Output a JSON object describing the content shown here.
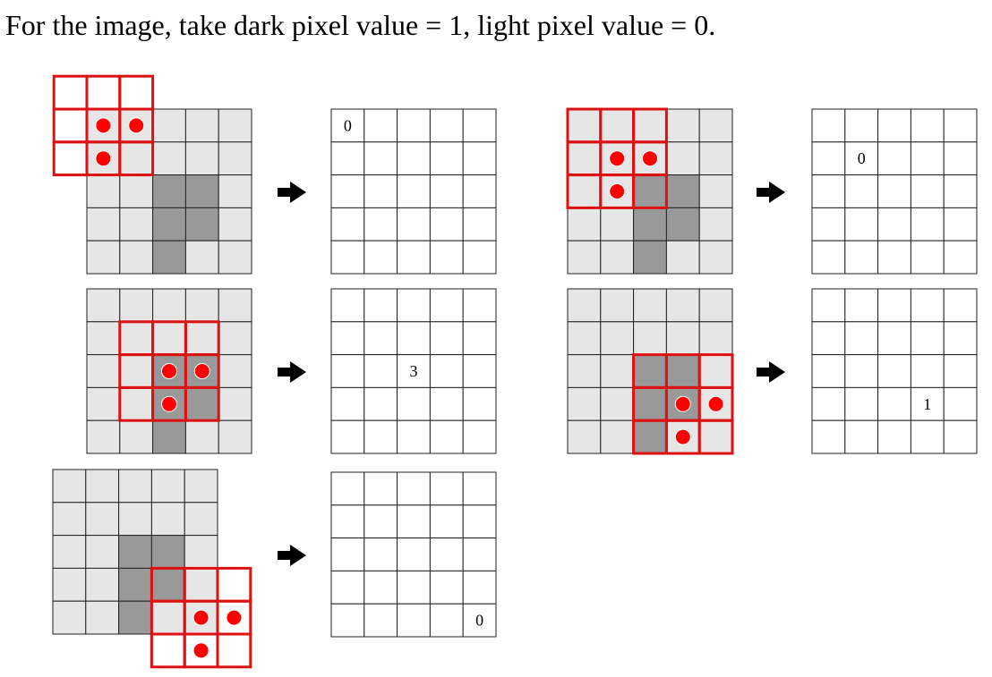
{
  "title": "For the image, take dark pixel value = 1, light pixel value = 0.",
  "image": {
    "rows": 5,
    "cols": 5,
    "dark_pixels": [
      [
        2,
        2
      ],
      [
        2,
        3
      ],
      [
        3,
        2
      ],
      [
        3,
        3
      ],
      [
        4,
        2
      ]
    ]
  },
  "kernel": {
    "size": 3,
    "dots": [
      [
        1,
        1
      ],
      [
        1,
        2
      ],
      [
        2,
        1
      ]
    ]
  },
  "steps": [
    {
      "window_center": [
        0,
        0
      ],
      "output_cell": [
        0,
        0
      ],
      "value": "0"
    },
    {
      "window_center": [
        1,
        1
      ],
      "output_cell": [
        1,
        1
      ],
      "value": "0"
    },
    {
      "window_center": [
        2,
        2
      ],
      "output_cell": [
        2,
        2
      ],
      "value": "3"
    },
    {
      "window_center": [
        3,
        3
      ],
      "output_cell": [
        3,
        3
      ],
      "value": "1"
    },
    {
      "window_center": [
        4,
        4
      ],
      "output_cell": [
        4,
        4
      ],
      "value": "0"
    }
  ],
  "colors": {
    "light_pixel": "#e6e6e6",
    "dark_pixel": "#999999",
    "grid_line": "#222222",
    "window": "#dd1111",
    "dot": "#ff0000"
  }
}
